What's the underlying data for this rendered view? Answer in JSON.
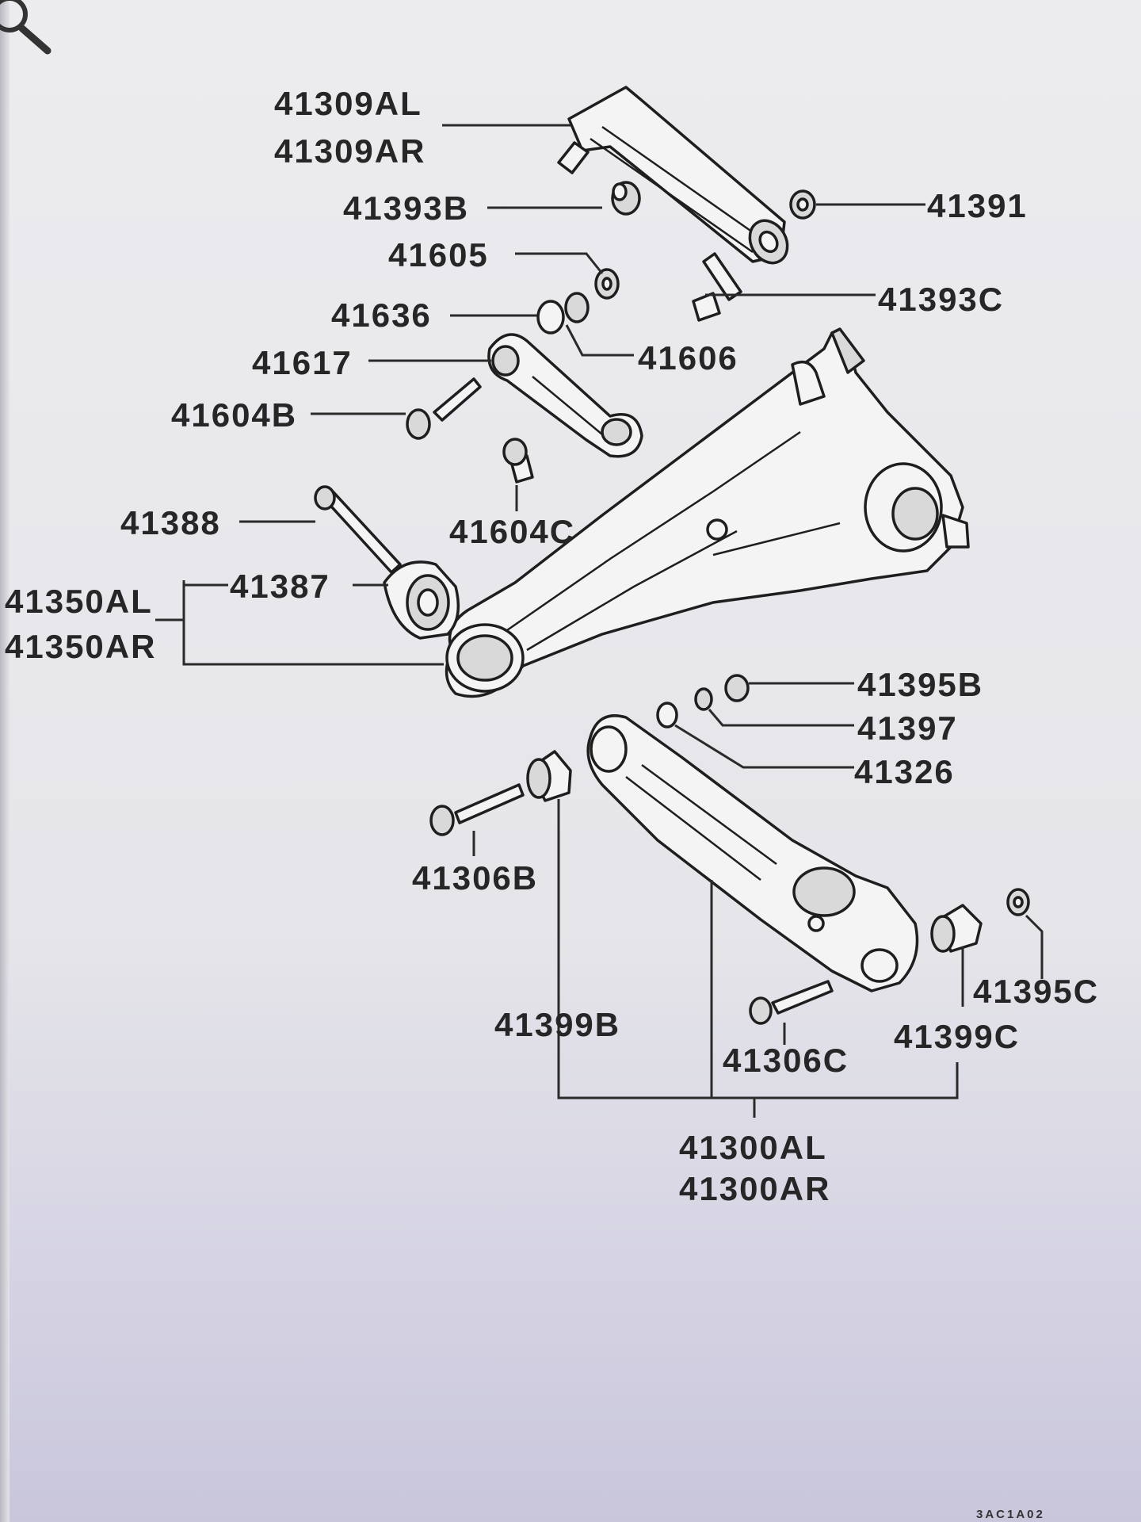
{
  "viewer": {
    "zoom_icon": "magnifier-icon"
  },
  "diagram": {
    "figure_code": "3AC1A02",
    "labels": {
      "p41309AL": "41309AL",
      "p41309AR": "41309AR",
      "p41393B": "41393B",
      "p41391": "41391",
      "p41605": "41605",
      "p41393C": "41393C",
      "p41636": "41636",
      "p41606": "41606",
      "p41617": "41617",
      "p41604B": "41604B",
      "p41604C": "41604C",
      "p41388": "41388",
      "p41387": "41387",
      "p41350AL": "41350AL",
      "p41350AR": "41350AR",
      "p41395B": "41395B",
      "p41397": "41397",
      "p41326": "41326",
      "p41306B": "41306B",
      "p41399B": "41399B",
      "p41306C": "41306C",
      "p41395C": "41395C",
      "p41399C": "41399C",
      "p41300AL": "41300AL",
      "p41300AR": "41300AR"
    }
  }
}
